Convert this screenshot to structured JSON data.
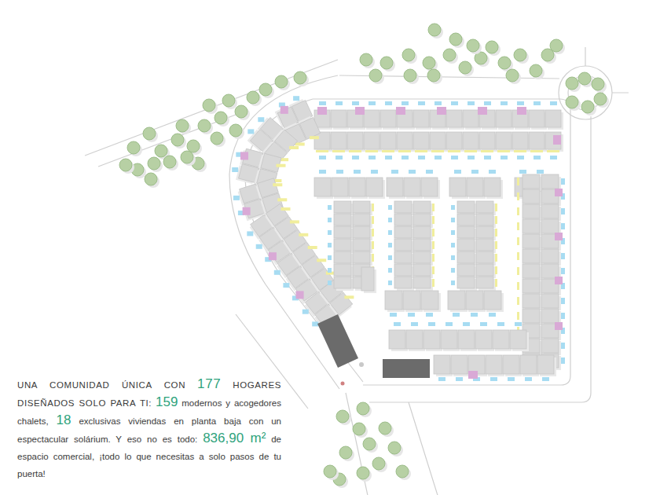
{
  "diagram": {
    "labels": [
      "UNA COMUNIDAD ÚNICA CON",
      "177",
      "HOGARES DISEÑADOS SOLO PARA TI:",
      "159",
      "modernos y acogedores chalets,",
      "18",
      "exclusivas viviendas en planta baja con un espectacular solárium. Y eso no es todo:",
      "836,90 m²",
      "de espacio comercial, ¡todo lo que necesitas a solo pasos de tu puerta!"
    ]
  }
}
